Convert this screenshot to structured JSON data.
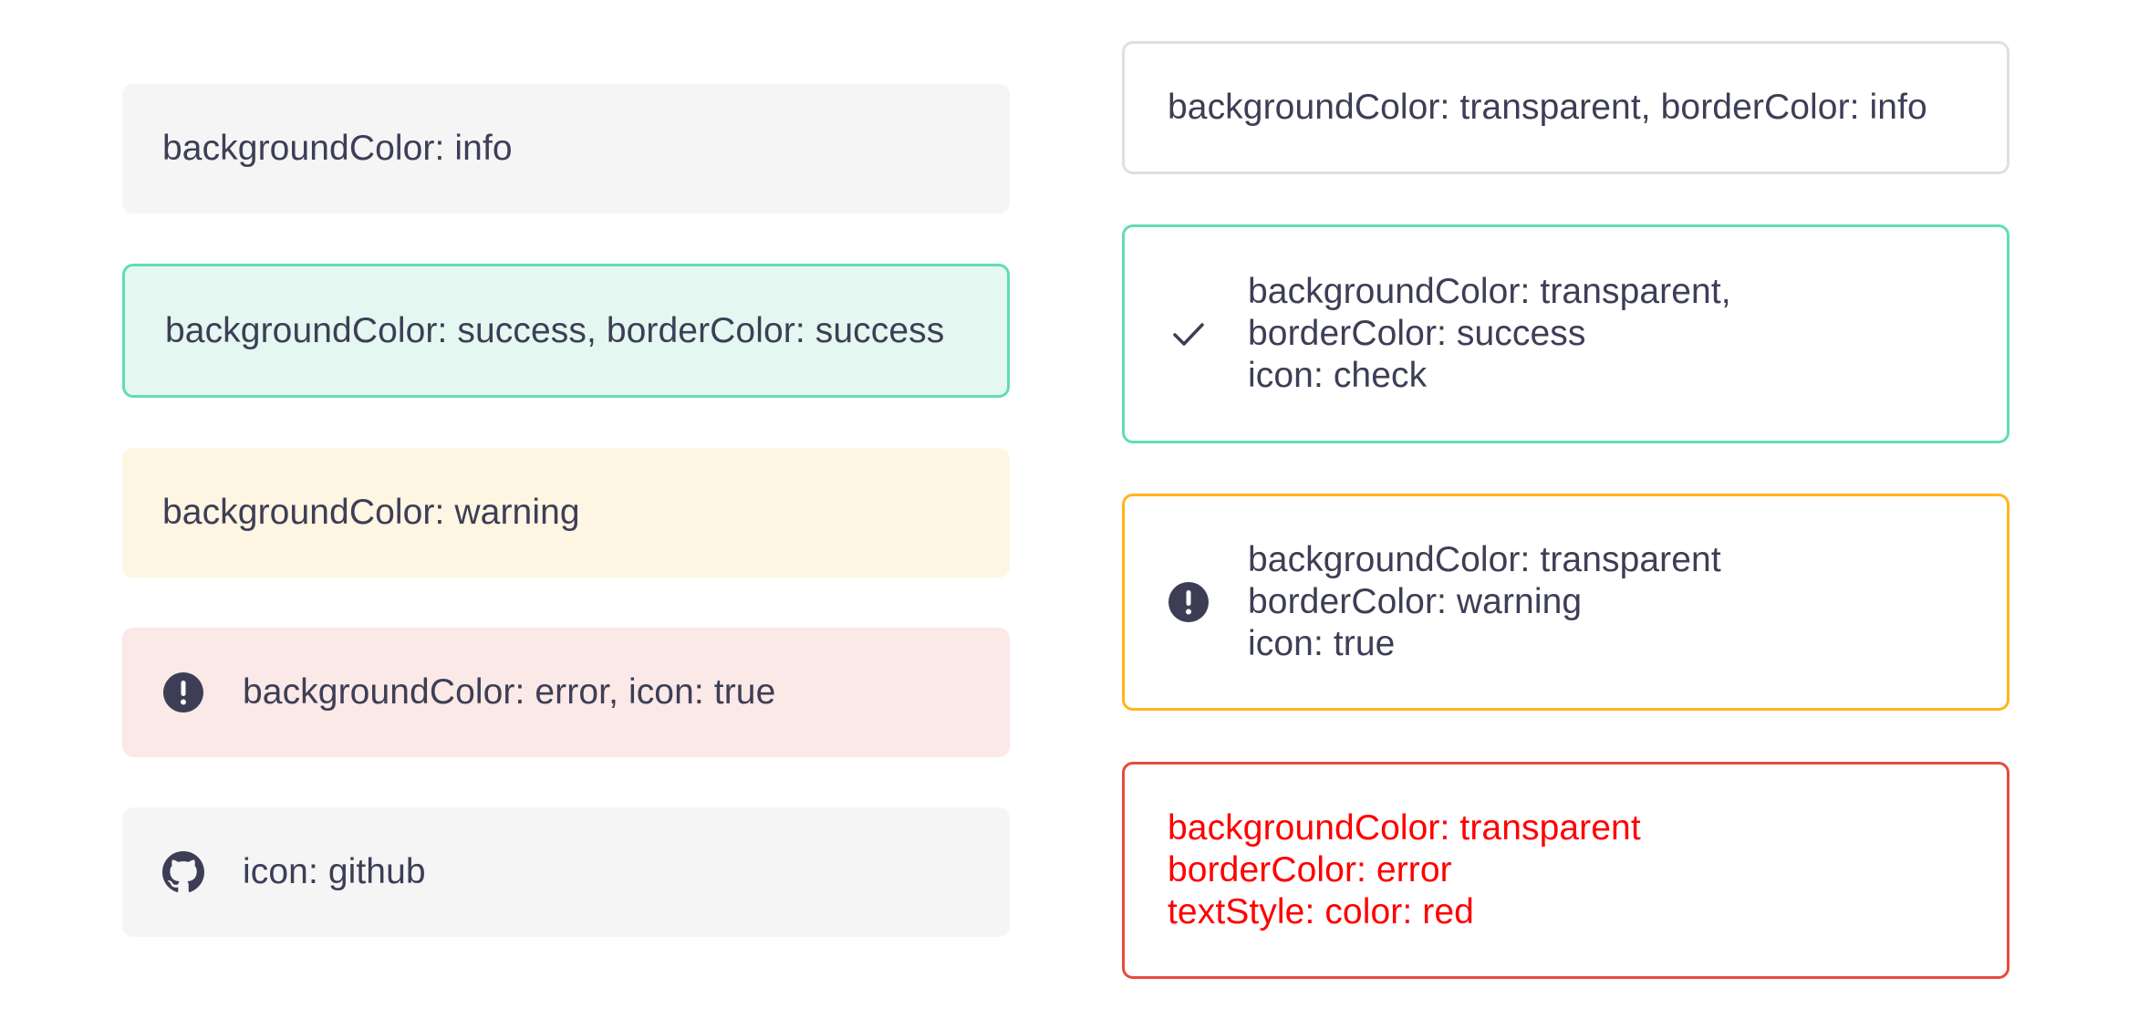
{
  "left_column": [
    {
      "id": "info",
      "text": "backgroundColor: info"
    },
    {
      "id": "success",
      "text": "backgroundColor: success, borderColor: success"
    },
    {
      "id": "warning",
      "text": "backgroundColor: warning"
    },
    {
      "id": "error",
      "text": "backgroundColor: error, icon: true",
      "icon": "exclamation-circle-icon"
    },
    {
      "id": "github",
      "text": "icon: github",
      "icon": "github-icon"
    }
  ],
  "right_column": [
    {
      "id": "info",
      "lines": [
        "backgroundColor: transparent, borderColor: info"
      ]
    },
    {
      "id": "success",
      "lines": [
        "backgroundColor: transparent,",
        "borderColor: success",
        "icon: check"
      ],
      "icon": "check-icon"
    },
    {
      "id": "warning",
      "lines": [
        "backgroundColor: transparent",
        "borderColor: warning",
        "icon: true"
      ],
      "icon": "exclamation-circle-icon"
    },
    {
      "id": "error",
      "lines": [
        "backgroundColor: transparent",
        "borderColor: error",
        "textStyle: color: red"
      ]
    }
  ],
  "colors": {
    "text": "#3d3e56",
    "info_bg": "#f5f5f5",
    "info_border": "#e0e0e0",
    "success_bg": "#e4f8f1",
    "success_border": "#62dbb9",
    "warning_bg": "#fff5e3",
    "warning_border": "#ffb51c",
    "error_bg": "#fbe9e7",
    "error_border": "#e84a3e",
    "red_text": "#ff0000"
  }
}
